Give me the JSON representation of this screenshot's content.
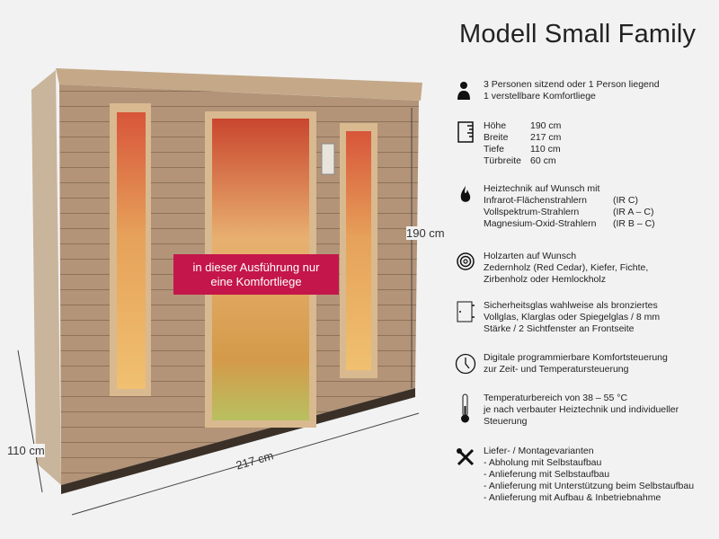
{
  "title": "Modell Small Family",
  "banner": {
    "line1": "in dieser Ausführung nur",
    "line2": "eine Komfortliege"
  },
  "dimensions": {
    "height": "190 cm",
    "width": "217 cm",
    "depth": "110 cm"
  },
  "features": [
    {
      "icon": "person-icon",
      "lines": [
        "3 Personen sitzend oder 1 Person liegend",
        "1 verstellbare Komfortliege"
      ]
    },
    {
      "icon": "ruler-icon",
      "rows": [
        [
          "Höhe",
          "190 cm"
        ],
        [
          "Breite",
          "217 cm"
        ],
        [
          "Tiefe",
          "110 cm"
        ],
        [
          "Türbreite",
          "60 cm"
        ]
      ]
    },
    {
      "icon": "flame-icon",
      "heading": "Heiztechnik auf Wunsch mit",
      "rows": [
        [
          "Infrarot-Flächenstrahlern",
          "(IR C)"
        ],
        [
          "Vollspektrum-Strahlern",
          "(IR A – C)"
        ],
        [
          "Magnesium-Oxid-Strahlern",
          "(IR B – C)"
        ]
      ]
    },
    {
      "icon": "wood-rings-icon",
      "lines": [
        "Holzarten auf Wunsch",
        "Zedernholz (Red Cedar), Kiefer, Fichte,",
        "Zirbenholz oder Hemlockholz"
      ]
    },
    {
      "icon": "glass-door-icon",
      "lines": [
        "Sicherheitsglas wahlweise als bronziertes",
        "Vollglas, Klarglas oder Spiegelglas / 8 mm",
        "Stärke / 2 Sichtfenster an Frontseite"
      ]
    },
    {
      "icon": "clock-icon",
      "lines": [
        "Digitale programmierbare Komfortsteuerung",
        "zur Zeit- und Temperatursteuerung"
      ]
    },
    {
      "icon": "thermometer-icon",
      "lines": [
        "Temperaturbereich von 38 – 55 °C",
        "je nach verbauter Heiztechnik und individueller",
        "Steuerung"
      ]
    },
    {
      "icon": "tools-icon",
      "lines": [
        "Liefer- / Montagevarianten",
        "- Abholung mit Selbstaufbau",
        "- Anlieferung mit Selbstaufbau",
        "- Anlieferung mit Unterstützung beim Selbstaufbau",
        "- Anlieferung mit Aufbau & Inbetriebnahme"
      ]
    }
  ]
}
